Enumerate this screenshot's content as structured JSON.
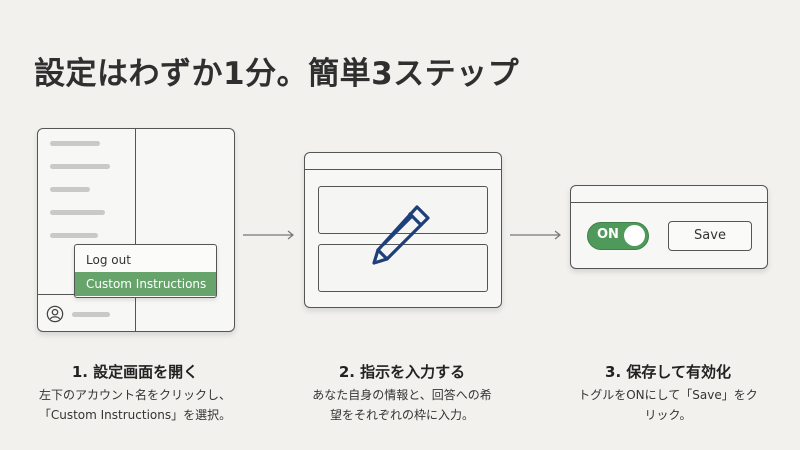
{
  "title": "設定はわずか1分。簡単3ステップ",
  "steps": [
    {
      "heading": "1. 設定画面を開く",
      "description_lines": [
        "左下のアカウント名をクリックし、",
        "「Custom Instructions」を選択。"
      ],
      "menu": {
        "items": [
          "Log out",
          "Custom Instructions"
        ],
        "selected": "Custom Instructions"
      }
    },
    {
      "heading": "2. 指示を入力する",
      "description_lines": [
        "あなた自身の情報と、回答への希",
        "望をそれぞれの枠に入力。"
      ]
    },
    {
      "heading": "3. 保存して有効化",
      "description_lines": [
        "トグルをONにして「Save」をク",
        "リック。"
      ],
      "toggle": {
        "label": "ON",
        "state": "on"
      },
      "save_label": "Save"
    }
  ],
  "colors": {
    "accent_green": "#66a46c",
    "toggle_green": "#4f9a5a",
    "pencil_blue": "#1f3f7a"
  },
  "icons": [
    "user-icon",
    "pencil-icon",
    "arrow-right-icon"
  ]
}
